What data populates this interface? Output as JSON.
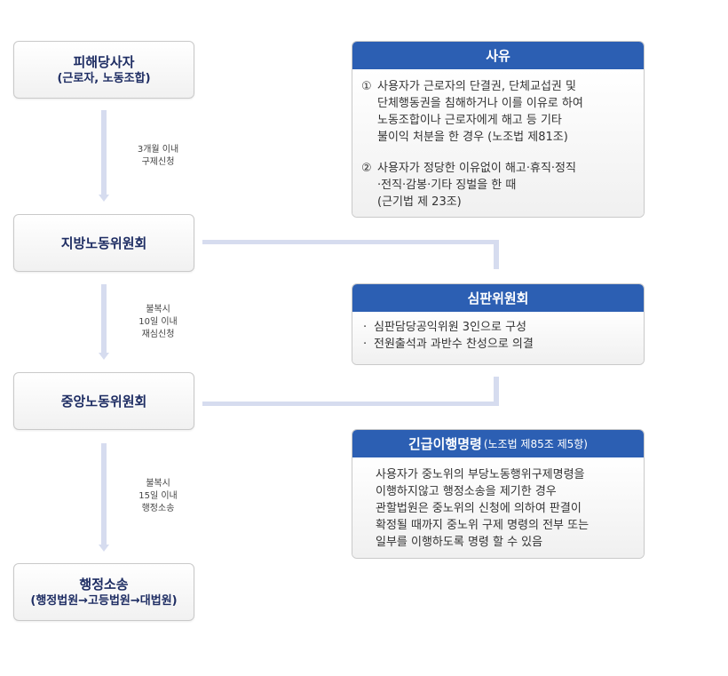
{
  "steps": [
    {
      "title": "피해당사자",
      "sub": "(근로자, 노동조합)"
    },
    {
      "title": "지방노동위원회"
    },
    {
      "title": "중앙노동위원회"
    },
    {
      "title": "행정소송",
      "sub": "(행정법원→고등법원→대법원)"
    }
  ],
  "arrows": [
    {
      "lines": [
        "3개월 이내",
        "구제신청"
      ]
    },
    {
      "lines": [
        "불복시",
        "10일 이내",
        "재심신청"
      ]
    },
    {
      "lines": [
        "불복시",
        "15일 이내",
        "행정소송"
      ]
    }
  ],
  "reason_panel": {
    "title": "사유",
    "items": [
      {
        "num": "①",
        "lines": [
          "사용자가 근로자의 단결권, 단체교섭권 및",
          "단체행동권을 침해하거나 이를 이유로 하여",
          "노동조합이나 근로자에게 해고 등 기타",
          "불이익 처분을 한 경우 (노조법 제81조)"
        ]
      },
      {
        "num": "②",
        "lines": [
          "사용자가 정당한 이유없이 해고·휴직·정직",
          "·전직·감봉·기타 징벌을 한 때",
          "(근기법 제 23조)"
        ]
      }
    ]
  },
  "committee_panel": {
    "title": "심판위원회",
    "bullet": "·",
    "items": [
      "심판담당공익위원 3인으로 구성",
      "전원출석과 과반수 찬성으로 의결"
    ]
  },
  "order_panel": {
    "title": "긴급이행명령",
    "title_note": "(노조법 제85조 제5항)",
    "lines": [
      "사용자가 중노위의 부당노동행위구제명령을",
      "이행하지않고 행정소송을 제기한 경우",
      "관할법원은 중노위의 신청에 의하여 판결이",
      "확정될 때까지 중노위 구제 명령의 전부 또는",
      "일부를 이행하도록 명령 할 수 있음"
    ]
  },
  "colors": {
    "panel_header": "#2c5fb3",
    "step_text": "#1e2d63",
    "connector": "#d6dcef"
  }
}
